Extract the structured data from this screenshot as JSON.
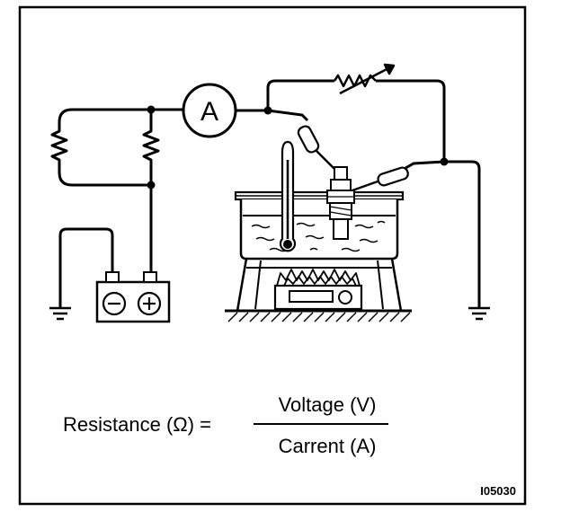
{
  "meter_label": "A",
  "formula": {
    "lhs": "Resistance (Ω) =",
    "numerator": "Voltage (V)",
    "denominator": "Carrent (A)"
  },
  "figure_code": "I05030",
  "battery": {
    "negative_symbol": "−",
    "positive_symbol": "+"
  }
}
